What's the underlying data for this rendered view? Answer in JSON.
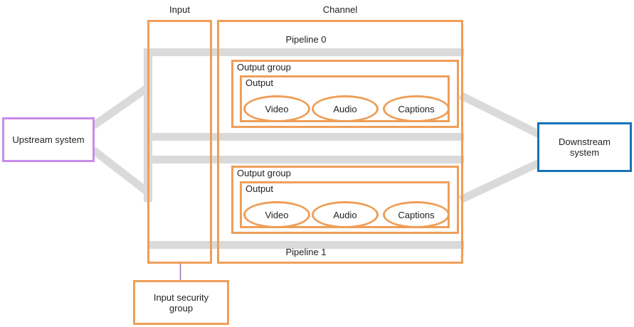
{
  "labels": {
    "input": "Input",
    "channel": "Channel",
    "pipeline_0": "Pipeline 0",
    "pipeline_1": "Pipeline 1"
  },
  "nodes": {
    "upstream": "Upstream system",
    "downstream": "Downstream system",
    "input_security_group": "Input security group"
  },
  "groups": [
    {
      "label": "Output group",
      "output_label": "Output",
      "items": [
        "Video",
        "Audio",
        "Captions"
      ]
    },
    {
      "label": "Output group",
      "output_label": "Output",
      "items": [
        "Video",
        "Audio",
        "Captions"
      ]
    }
  ],
  "colors": {
    "orange": "#EF9E58",
    "purple": "#C88BE8",
    "blue": "#1673B8",
    "flow-gray": "#DADADA",
    "connector-purple": "#9673A6"
  }
}
